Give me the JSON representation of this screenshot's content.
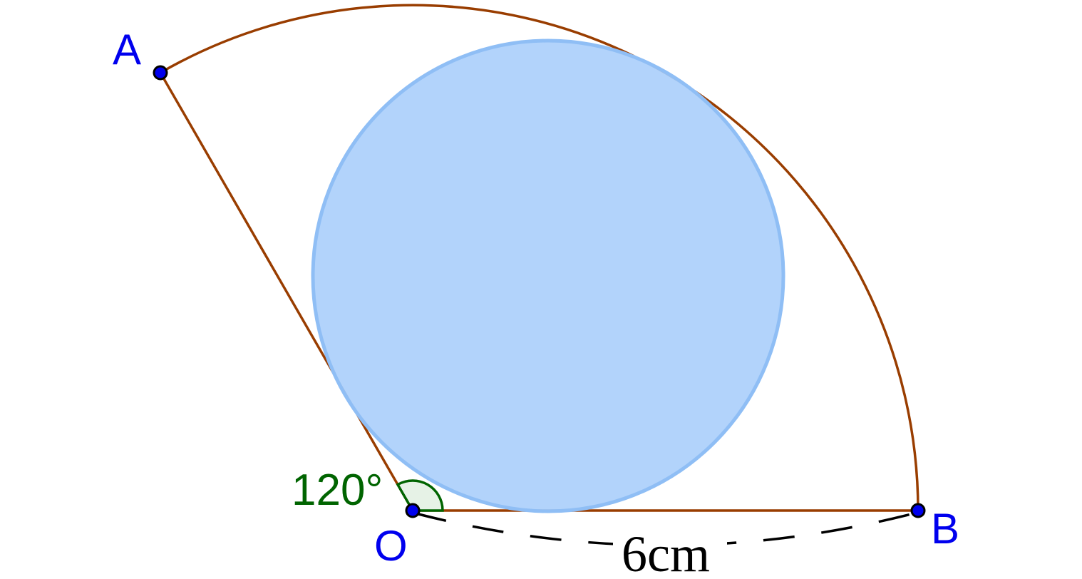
{
  "diagram": {
    "points": {
      "A": "A",
      "B": "B",
      "O": "O"
    },
    "angle_label": "120°",
    "length_label": "6cm",
    "colors": {
      "sector_stroke": "#993d00",
      "circle_fill": "#a7cdfb",
      "circle_stroke": "#8fbef5",
      "point_fill": "#0000ee",
      "label_blue": "#0000ee",
      "angle_green": "#006400",
      "angle_fill": "#e6f2e6",
      "dash_stroke": "#000000"
    }
  }
}
